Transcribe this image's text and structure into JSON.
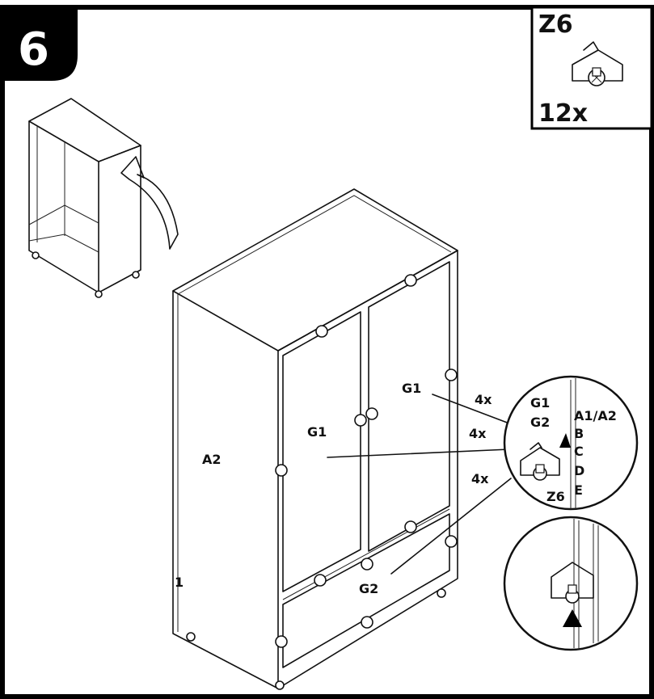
{
  "step": {
    "number": "6"
  },
  "hardware_box": {
    "part_code": "Z6",
    "quantity": "12x"
  },
  "main_labels": {
    "side_panel": "A2",
    "door_upper_right": "G1",
    "door_upper_left": "G1",
    "drawer_front": "G2",
    "qty_1": "4x",
    "qty_2": "4x",
    "qty_3": "4x",
    "mark": "1"
  },
  "detail_top": {
    "door_labels": [
      "G1",
      "G2"
    ],
    "panel_labels": [
      "A1/A2",
      "B",
      "C",
      "D",
      "E"
    ],
    "hardware": "Z6"
  }
}
